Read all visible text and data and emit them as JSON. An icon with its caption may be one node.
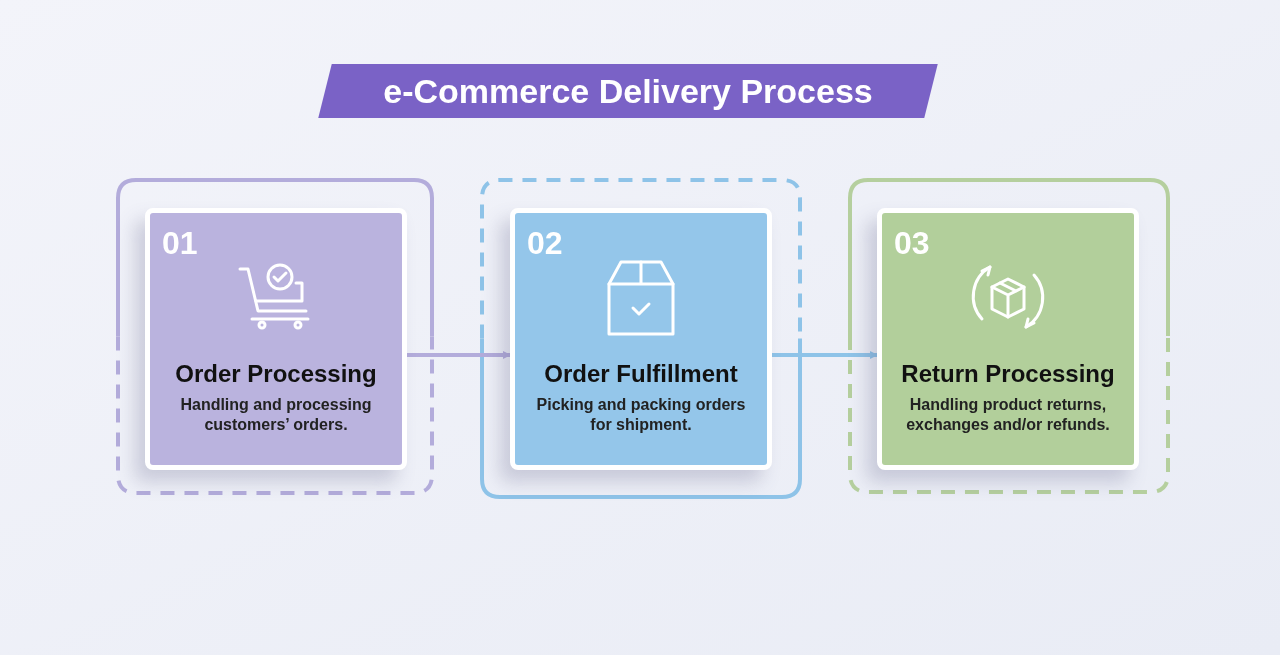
{
  "diagram": {
    "title": "e-Commerce Delivery Process",
    "nodes": [
      {
        "text": [
          "01",
          "Order Processing",
          "Handling and processing customers’ orders."
        ]
      },
      {
        "text": [
          "02",
          "Order Fulfillment",
          "Picking and packing orders for shipment."
        ]
      },
      {
        "text": [
          "03",
          "Return Processing",
          "Handling product returns, exchanges and/or refunds."
        ]
      }
    ],
    "edges": [
      {
        "from": 0,
        "to": 1,
        "arrow": "to",
        "color": "#b3acdb"
      },
      {
        "from": 1,
        "to": 2,
        "arrow": "to",
        "color": "#8ec3e8"
      }
    ]
  }
}
